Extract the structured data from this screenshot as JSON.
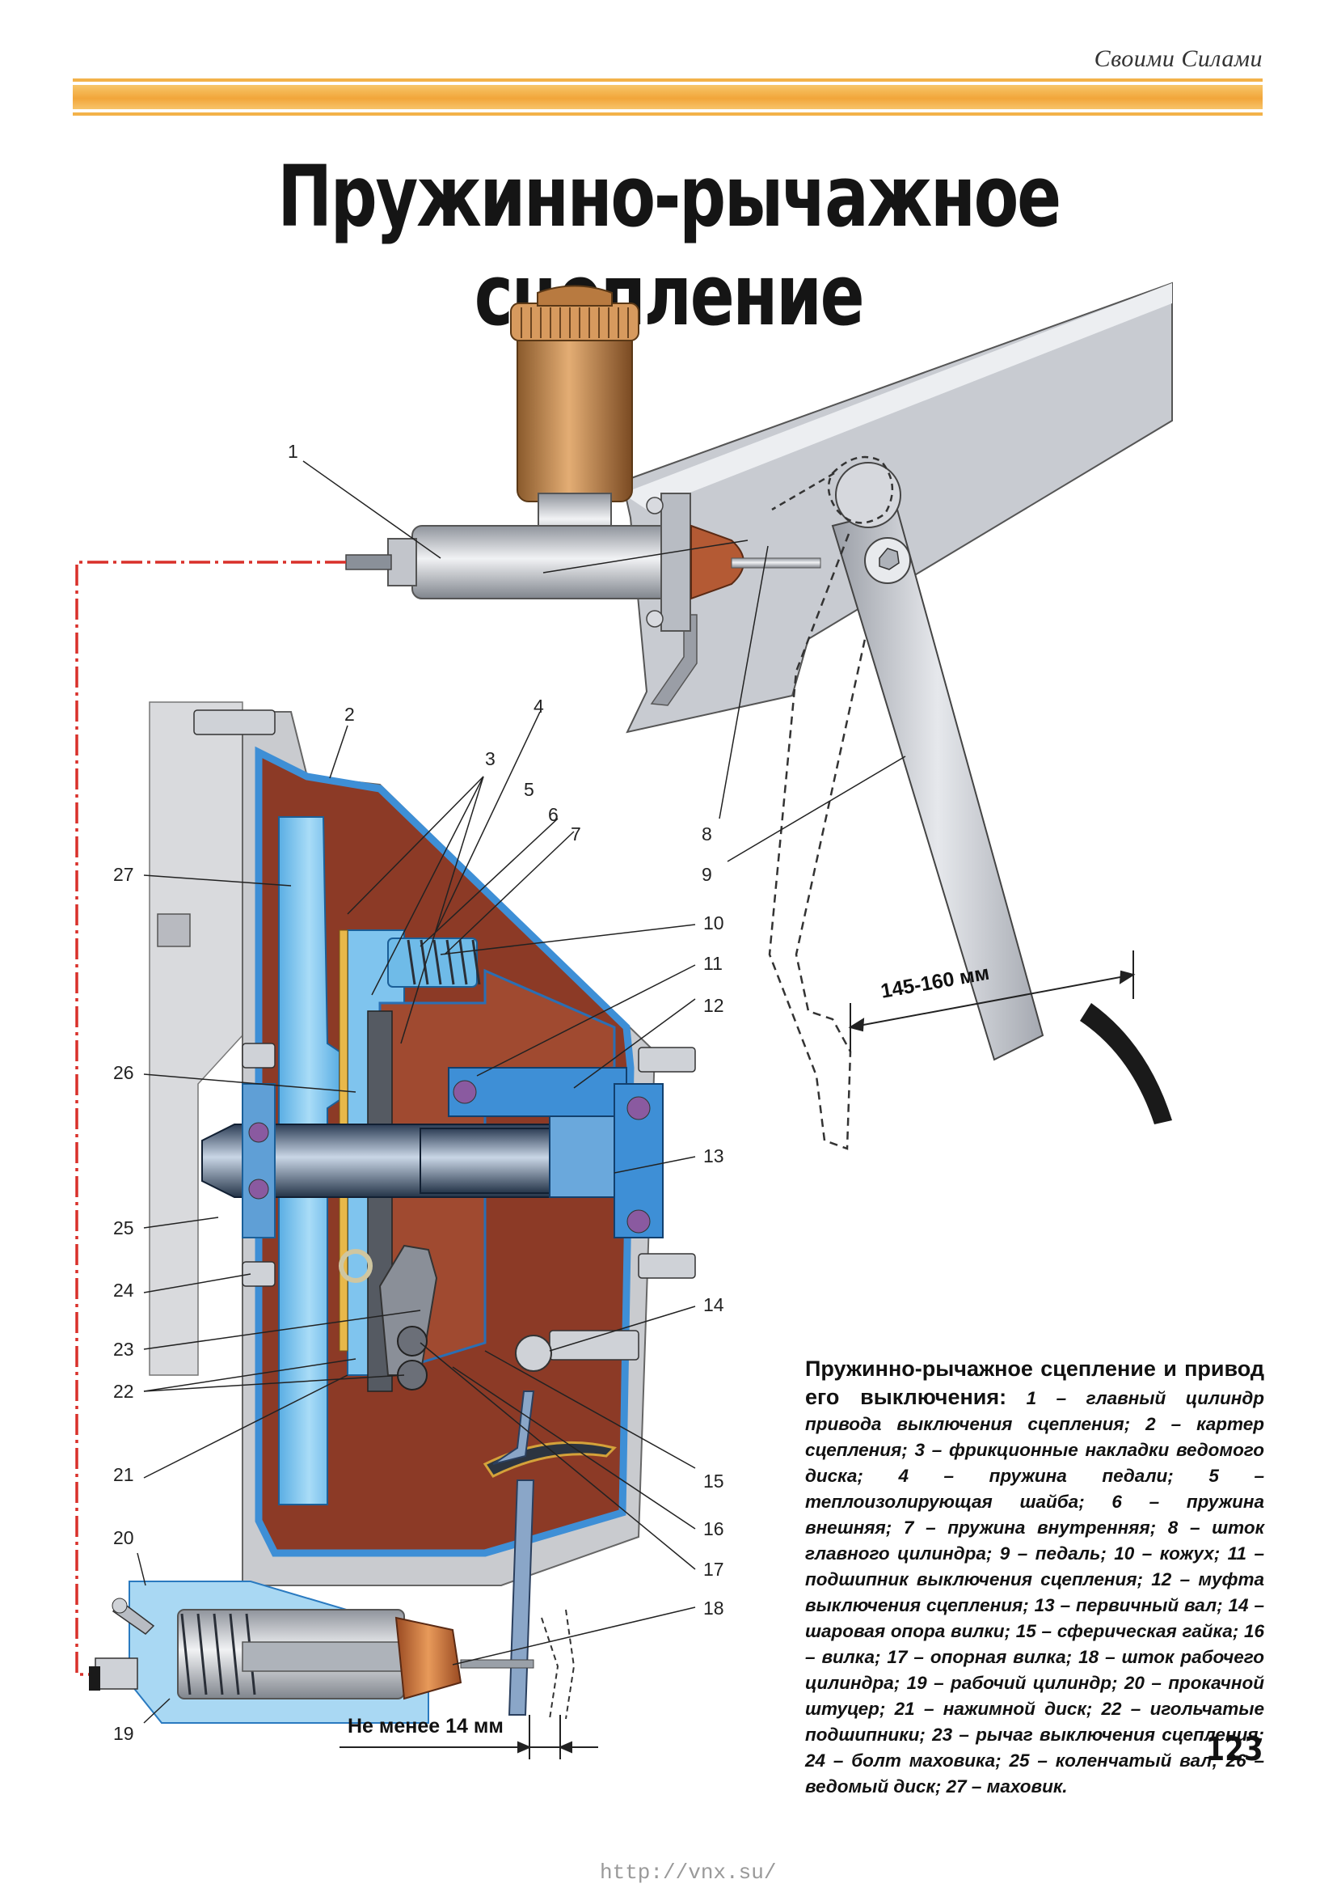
{
  "header": {
    "brand": "Своими Силами"
  },
  "title": "Пружинно-рычажное сцепление",
  "callouts": [
    {
      "id": "c1",
      "label": "1"
    },
    {
      "id": "c2",
      "label": "2"
    },
    {
      "id": "c3",
      "label": "3"
    },
    {
      "id": "c4",
      "label": "4"
    },
    {
      "id": "c5",
      "label": "5"
    },
    {
      "id": "c6",
      "label": "6"
    },
    {
      "id": "c7",
      "label": "7"
    },
    {
      "id": "c8",
      "label": "8"
    },
    {
      "id": "c9",
      "label": "9"
    },
    {
      "id": "c10",
      "label": "10"
    },
    {
      "id": "c11",
      "label": "11"
    },
    {
      "id": "c12",
      "label": "12"
    },
    {
      "id": "c13",
      "label": "13"
    },
    {
      "id": "c14",
      "label": "14"
    },
    {
      "id": "c15",
      "label": "15"
    },
    {
      "id": "c16",
      "label": "16"
    },
    {
      "id": "c17",
      "label": "17"
    },
    {
      "id": "c18",
      "label": "18"
    },
    {
      "id": "c19",
      "label": "19"
    },
    {
      "id": "c20",
      "label": "20"
    },
    {
      "id": "c21",
      "label": "21"
    },
    {
      "id": "c22",
      "label": "22"
    },
    {
      "id": "c23",
      "label": "23"
    },
    {
      "id": "c24",
      "label": "24"
    },
    {
      "id": "c25",
      "label": "25"
    },
    {
      "id": "c26",
      "label": "26"
    },
    {
      "id": "c27",
      "label": "27"
    }
  ],
  "dimensions": {
    "pedal_travel": "145-160 мм",
    "min_gap": "Не менее 14 мм"
  },
  "caption": {
    "heading": "Пружинно-рычажное сцепление и привод его выключения:",
    "text": "1 – главный цилиндр привода выключения сцепления; 2 – картер сцепления; 3 – фрикционные накладки ведомого диска; 4 – пружина педали; 5 – теплоизолирующая шайба; 6 – пружина внешняя; 7 – пружина внутренняя; 8 – шток главного цилиндра; 9 – педаль; 10 – кожух; 11 – подшипник выключения сцепления; 12 – муфта выключения сцепления; 13 – первичный вал; 14 – шаровая опора вилки; 15 – сферическая гайка; 16 – вилка; 17 – опорная вилка; 18 – шток рабочего цилиндра; 19 – рабочий цилиндр; 20 – прокачной штуцер; 21 – нажимной диск; 22 – игольчатые подшипники; 23 – рычаг выключения сцепления; 24 – болт маховика; 25 – коленчатый вал; 26 – ведомый диск; 27 – маховик."
  },
  "page_number": "123",
  "footer_url": "http://vnx.su/",
  "colors": {
    "accent_band": "#f2a63a",
    "housing": "#8c3a26",
    "coolant_blue": "#7fc4ee",
    "hydraulic_line": "#d9302a",
    "reservoir": "#c78a4e"
  }
}
